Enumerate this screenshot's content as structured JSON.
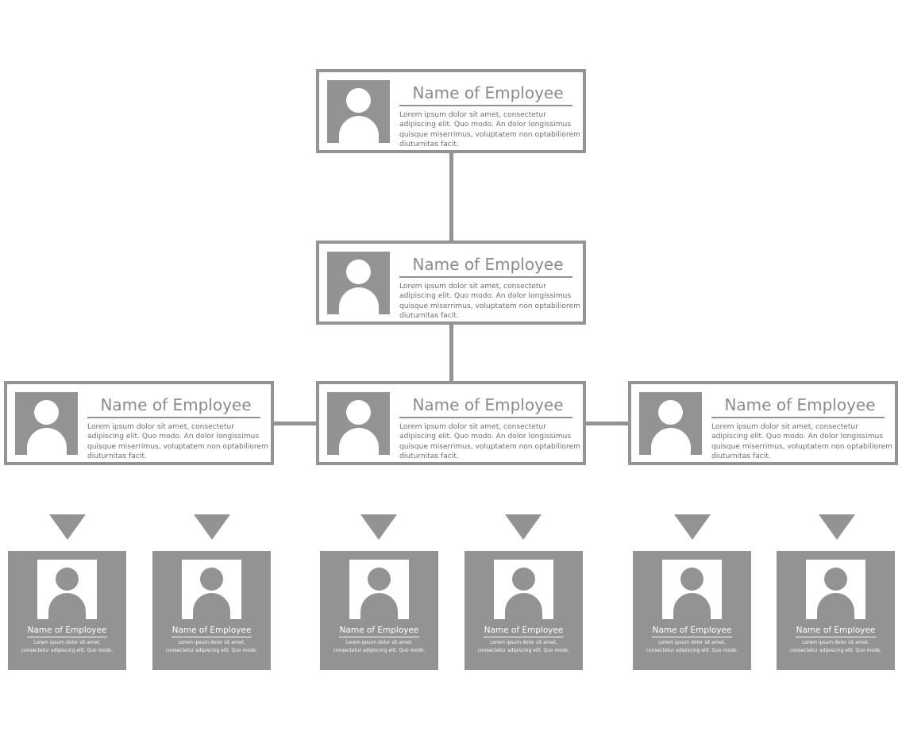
{
  "managers": [
    {
      "name": "Name of Employee",
      "description": "Lorem ipsum dolor sit amet, consectetur adipiscing elit. Quo modo. An dolor longissimus quisque miserrimus, voluptatem non optabiliorem diuturnitas facit."
    },
    {
      "name": "Name of Employee",
      "description": "Lorem ipsum dolor sit amet, consectetur adipiscing elit. Quo modo. An dolor longissimus quisque miserrimus, voluptatem non optabiliorem diuturnitas facit."
    },
    {
      "name": "Name of Employee",
      "description": "Lorem ipsum dolor sit amet, consectetur adipiscing elit. Quo modo. An dolor longissimus quisque miserrimus, voluptatem non optabiliorem diuturnitas facit."
    },
    {
      "name": "Name of Employee",
      "description": "Lorem ipsum dolor sit amet, consectetur adipiscing elit. Quo modo. An dolor longissimus quisque miserrimus, voluptatem non optabiliorem diuturnitas facit."
    },
    {
      "name": "Name of Employee",
      "description": "Lorem ipsum dolor sit amet, consectetur adipiscing elit. Quo modo. An dolor longissimus quisque miserrimus, voluptatem non optabiliorem diuturnitas facit."
    }
  ],
  "staff": [
    {
      "name": "Name of Employee",
      "description": "Lorem ipsum dolor sit amet, consectetur adipiscing elit. Quo modo."
    },
    {
      "name": "Name of Employee",
      "description": "Lorem ipsum dolor sit amet, consectetur adipiscing elit. Quo modo."
    },
    {
      "name": "Name of Employee",
      "description": "Lorem ipsum dolor sit amet, consectetur adipiscing elit. Quo modo."
    },
    {
      "name": "Name of Employee",
      "description": "Lorem ipsum dolor sit amet, consectetur adipiscing elit. Quo modo."
    },
    {
      "name": "Name of Employee",
      "description": "Lorem ipsum dolor sit amet, consectetur adipiscing elit. Quo modo."
    },
    {
      "name": "Name of Employee",
      "description": "Lorem ipsum dolor sit amet, consectetur adipiscing elit. Quo modo."
    }
  ],
  "icons": {
    "avatar": "person-silhouette-icon",
    "arrow": "triangle-down-icon"
  },
  "colors": {
    "accent": "#929395",
    "background": "#ffffff"
  }
}
